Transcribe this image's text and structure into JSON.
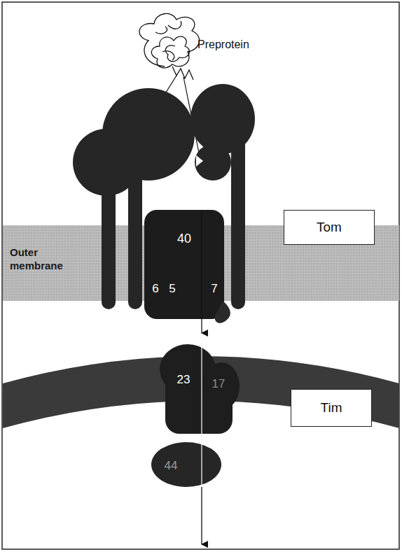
{
  "diagram": {
    "nodes": [
      {
        "text": [
          "Tom"
        ]
      },
      {
        "text": [
          "Tim"
        ]
      }
    ],
    "labels": [
      "Preprotein",
      "Outer membrane",
      "40",
      "6",
      "5",
      "7",
      "23",
      "17",
      "44"
    ]
  }
}
